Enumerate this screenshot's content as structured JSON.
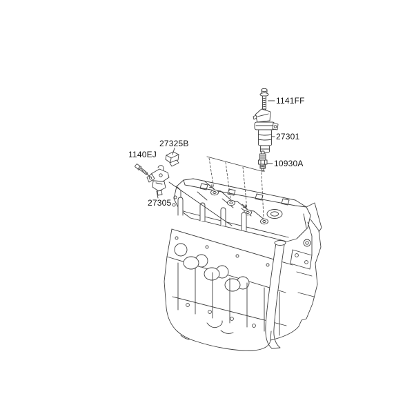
{
  "diagram": {
    "kind": "engine-parts-line-diagram",
    "background_color": "#ffffff",
    "line_color": "#3f3f3f",
    "label_color": "#111111"
  },
  "parts": [
    {
      "label": "1141FF"
    },
    {
      "label": "27301"
    },
    {
      "label": "10930A"
    },
    {
      "label": "27325B"
    },
    {
      "label": "1140EJ"
    },
    {
      "label": "27305"
    }
  ]
}
